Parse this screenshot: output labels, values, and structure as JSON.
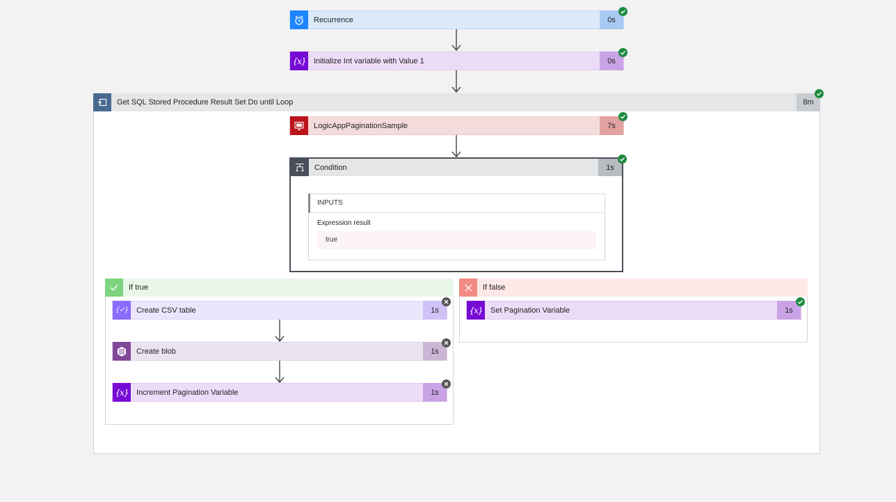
{
  "recurrence": {
    "label": "Recurrence",
    "duration": "0s",
    "icon": "alarm-clock-icon",
    "status": "succeeded"
  },
  "init_var": {
    "label": "Initialize Int variable with Value 1",
    "duration": "0s",
    "icon": "variable-icon",
    "status": "succeeded"
  },
  "loop": {
    "label": "Get SQL Stored Procedure Result Set Do until Loop",
    "duration": "8m",
    "icon": "until-loop-icon",
    "status": "succeeded"
  },
  "sql": {
    "label": "LogicAppPaginationSample",
    "duration": "7s",
    "icon": "sql-server-icon",
    "status": "succeeded"
  },
  "condition": {
    "label": "Condition",
    "duration": "1s",
    "icon": "condition-icon",
    "status": "succeeded",
    "inputs_title": "INPUTS",
    "expression_label": "Expression result",
    "expression_value": "true"
  },
  "if_true": {
    "label": "If true",
    "actions": [
      {
        "label": "Create CSV table",
        "duration": "1s",
        "icon": "data-operations-icon",
        "status": "skipped"
      },
      {
        "label": "Create blob",
        "duration": "1s",
        "icon": "blob-storage-icon",
        "status": "skipped"
      },
      {
        "label": "Increment Pagination Variable",
        "duration": "1s",
        "icon": "variable-icon",
        "status": "skipped"
      }
    ]
  },
  "if_false": {
    "label": "If false",
    "actions": [
      {
        "label": "Set Pagination Variable",
        "duration": "1s",
        "icon": "variable-icon",
        "status": "succeeded"
      }
    ]
  },
  "colors": {
    "recurrence": "#1f85ff",
    "variable": "#770bd6",
    "sql": "#ba141a",
    "condition_header": "#484f58",
    "true_branch": "#7fd47f",
    "false_branch": "#f28b82",
    "blob": "#804998",
    "success": "#1e8a3e"
  }
}
